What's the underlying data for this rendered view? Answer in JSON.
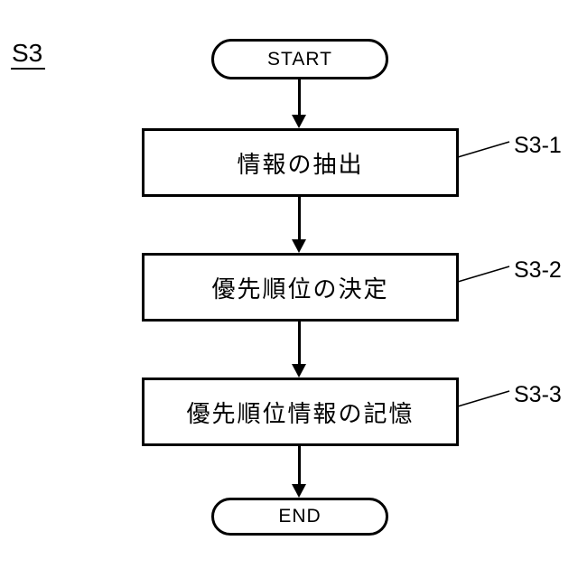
{
  "flowchart": {
    "figure_label": "S3",
    "start_label": "START",
    "end_label": "END",
    "steps": [
      {
        "text": "情報の抽出",
        "ref": "S3-1"
      },
      {
        "text": "優先順位の決定",
        "ref": "S3-2"
      },
      {
        "text": "優先順位情報の記憶",
        "ref": "S3-3"
      }
    ],
    "colors": {
      "line": "#000000",
      "background": "#ffffff"
    }
  }
}
